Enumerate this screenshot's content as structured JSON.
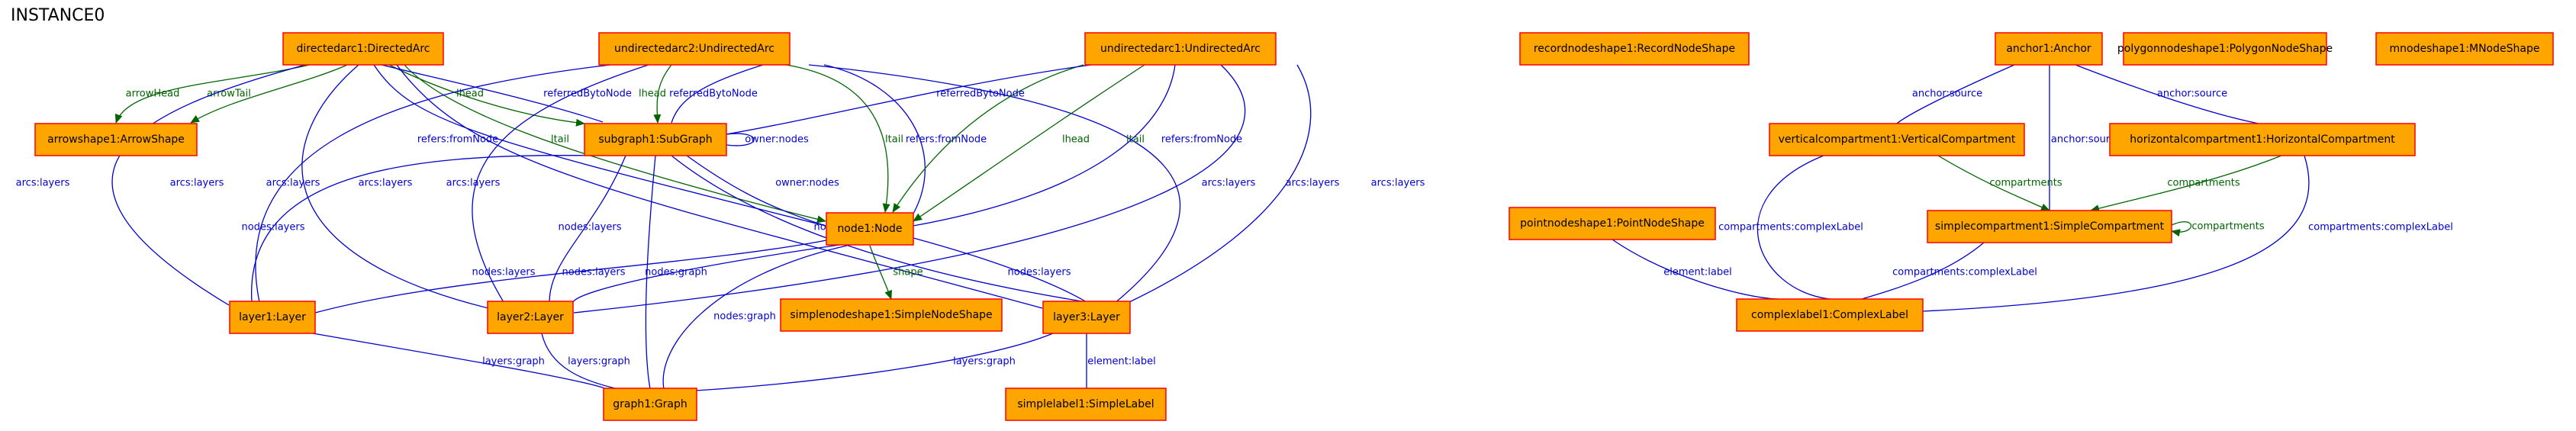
{
  "diagram": {
    "title": "INSTANCE0",
    "colors": {
      "node_fill": "#ffa500",
      "node_border": "#ff0000",
      "association_edge": "#0000cc",
      "containment_edge": "#006400"
    },
    "nodes": [
      {
        "id": "directedarc1",
        "label": "directedarc1:DirectedArc"
      },
      {
        "id": "undirectedarc2",
        "label": "undirectedarc2:UndirectedArc"
      },
      {
        "id": "undirectedarc1",
        "label": "undirectedarc1:UndirectedArc"
      },
      {
        "id": "recordnodeshape1",
        "label": "recordnodeshape1:RecordNodeShape"
      },
      {
        "id": "anchor1",
        "label": "anchor1:Anchor"
      },
      {
        "id": "polygonnodeshape1",
        "label": "polygonnodeshape1:PolygonNodeShape"
      },
      {
        "id": "mnodeshape1",
        "label": "mnodeshape1:MNodeShape"
      },
      {
        "id": "arrowshape1",
        "label": "arrowshape1:ArrowShape"
      },
      {
        "id": "subgraph1",
        "label": "subgraph1:SubGraph"
      },
      {
        "id": "verticalcompartment1",
        "label": "verticalcompartment1:VerticalCompartment"
      },
      {
        "id": "horizontalcompartment1",
        "label": "horizontalcompartment1:HorizontalCompartment"
      },
      {
        "id": "node1",
        "label": "node1:Node"
      },
      {
        "id": "pointnodeshape1",
        "label": "pointnodeshape1:PointNodeShape"
      },
      {
        "id": "simplecompartment1",
        "label": "simplecompartment1:SimpleCompartment"
      },
      {
        "id": "layer1",
        "label": "layer1:Layer"
      },
      {
        "id": "layer2",
        "label": "layer2:Layer"
      },
      {
        "id": "simplenodeshape1",
        "label": "simplenodeshape1:SimpleNodeShape"
      },
      {
        "id": "layer3",
        "label": "layer3:Layer"
      },
      {
        "id": "complexlabel1",
        "label": "complexlabel1:ComplexLabel"
      },
      {
        "id": "graph1",
        "label": "graph1:Graph"
      },
      {
        "id": "simplelabel1",
        "label": "simplelabel1:SimpleLabel"
      }
    ],
    "edges": [
      {
        "from": "directedarc1",
        "to": "arrowshape1",
        "label": "arrowHead",
        "kind": "containment"
      },
      {
        "from": "directedarc1",
        "to": "arrowshape1",
        "label": "arrowTail",
        "kind": "containment"
      },
      {
        "from": "directedarc1",
        "to": "subgraph1",
        "label": "lhead",
        "kind": "containment"
      },
      {
        "from": "directedarc1",
        "to": "node1",
        "label": "ltail",
        "kind": "containment"
      },
      {
        "from": "directedarc1",
        "to": "subgraph1",
        "label": "referredBytoNode",
        "kind": "association"
      },
      {
        "from": "directedarc1",
        "to": "node1",
        "label": "refers:fromNode",
        "kind": "association"
      },
      {
        "from": "directedarc1",
        "to": "layer1",
        "label": "arcs:layers",
        "kind": "association"
      },
      {
        "from": "directedarc1",
        "to": "layer2",
        "label": "arcs:layers",
        "kind": "association"
      },
      {
        "from": "directedarc1",
        "to": "layer3",
        "label": "arcs:layers",
        "kind": "association"
      },
      {
        "from": "undirectedarc2",
        "to": "subgraph1",
        "label": "lhead",
        "kind": "containment"
      },
      {
        "from": "undirectedarc2",
        "to": "node1",
        "label": "ltail",
        "kind": "containment"
      },
      {
        "from": "undirectedarc2",
        "to": "subgraph1",
        "label": "referredBytoNode",
        "kind": "association"
      },
      {
        "from": "undirectedarc2",
        "to": "node1",
        "label": "refers:fromNode",
        "kind": "association"
      },
      {
        "from": "undirectedarc2",
        "to": "layer1",
        "label": "arcs:layers",
        "kind": "association"
      },
      {
        "from": "undirectedarc2",
        "to": "layer2",
        "label": "arcs:layers",
        "kind": "association"
      },
      {
        "from": "undirectedarc2",
        "to": "layer3",
        "label": "arcs:layers",
        "kind": "association"
      },
      {
        "from": "undirectedarc1",
        "to": "node1",
        "label": "lhead",
        "kind": "containment"
      },
      {
        "from": "undirectedarc1",
        "to": "node1",
        "label": "ltail",
        "kind": "containment"
      },
      {
        "from": "undirectedarc1",
        "to": "subgraph1",
        "label": "referredBytoNode",
        "kind": "association"
      },
      {
        "from": "undirectedarc1",
        "to": "node1",
        "label": "refers:fromNode",
        "kind": "association"
      },
      {
        "from": "undirectedarc1",
        "to": "layer2",
        "label": "arcs:layers",
        "kind": "association"
      },
      {
        "from": "undirectedarc1",
        "to": "layer3",
        "label": "arcs:layers",
        "kind": "association"
      },
      {
        "from": "subgraph1",
        "to": "subgraph1",
        "label": "owner:nodes",
        "kind": "association"
      },
      {
        "from": "subgraph1",
        "to": "node1",
        "label": "owner:nodes",
        "kind": "association"
      },
      {
        "from": "subgraph1",
        "to": "layer1",
        "label": "nodes:layers",
        "kind": "association"
      },
      {
        "from": "subgraph1",
        "to": "layer2",
        "label": "nodes:layers",
        "kind": "association"
      },
      {
        "from": "subgraph1",
        "to": "layer3",
        "label": "nodes:layers",
        "kind": "association"
      },
      {
        "from": "subgraph1",
        "to": "graph1",
        "label": "nodes:graph",
        "kind": "association"
      },
      {
        "from": "node1",
        "to": "layer1",
        "label": "nodes:layers",
        "kind": "association"
      },
      {
        "from": "node1",
        "to": "layer2",
        "label": "nodes:layers",
        "kind": "association"
      },
      {
        "from": "node1",
        "to": "layer3",
        "label": "nodes:layers",
        "kind": "association"
      },
      {
        "from": "node1",
        "to": "simplenodeshape1",
        "label": "shape",
        "kind": "containment"
      },
      {
        "from": "node1",
        "to": "graph1",
        "label": "nodes:graph",
        "kind": "association"
      },
      {
        "from": "layer1",
        "to": "graph1",
        "label": "layers:graph",
        "kind": "association"
      },
      {
        "from": "layer2",
        "to": "graph1",
        "label": "layers:graph",
        "kind": "association"
      },
      {
        "from": "layer3",
        "to": "graph1",
        "label": "layers:graph",
        "kind": "association"
      },
      {
        "from": "layer3",
        "to": "simplelabel1",
        "label": "element:label",
        "kind": "association"
      },
      {
        "from": "anchor1",
        "to": "verticalcompartment1",
        "label": "anchor:source",
        "kind": "association"
      },
      {
        "from": "anchor1",
        "to": "simplecompartment1",
        "label": "anchor:source",
        "kind": "association"
      },
      {
        "from": "anchor1",
        "to": "horizontalcompartment1",
        "label": "anchor:source",
        "kind": "association"
      },
      {
        "from": "verticalcompartment1",
        "to": "simplecompartment1",
        "label": "compartments",
        "kind": "containment"
      },
      {
        "from": "horizontalcompartment1",
        "to": "simplecompartment1",
        "label": "compartments",
        "kind": "containment"
      },
      {
        "from": "simplecompartment1",
        "to": "simplecompartment1",
        "label": "compartments",
        "kind": "containment"
      },
      {
        "from": "verticalcompartment1",
        "to": "complexlabel1",
        "label": "compartments:complexLabel",
        "kind": "association"
      },
      {
        "from": "simplecompartment1",
        "to": "complexlabel1",
        "label": "compartments:complexLabel",
        "kind": "association"
      },
      {
        "from": "horizontalcompartment1",
        "to": "complexlabel1",
        "label": "compartments:complexLabel",
        "kind": "association"
      },
      {
        "from": "pointnodeshape1",
        "to": "complexlabel1",
        "label": "element:label",
        "kind": "association"
      }
    ]
  }
}
